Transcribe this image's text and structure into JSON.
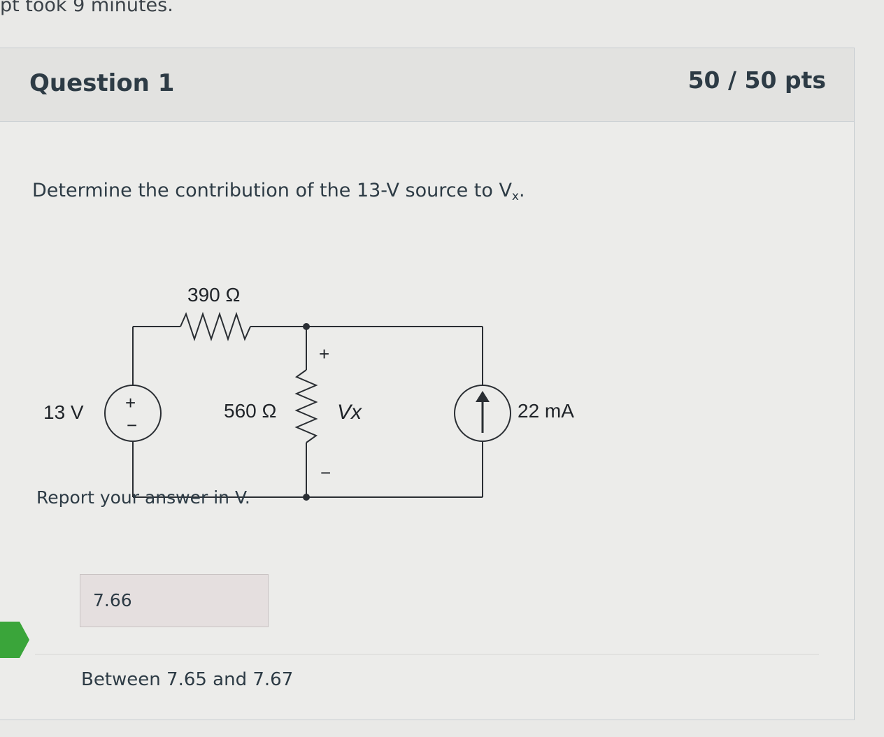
{
  "attempt_note": "pt took 9 minutes.",
  "question": {
    "title": "Question 1",
    "points": "50 / 50 pts",
    "prompt_main": "Determine the contribution of the 13-V source to V",
    "prompt_sub": "x",
    "prompt_end": ".",
    "instruction": "Report your answer in V."
  },
  "circuit": {
    "r1_label": "390 Ω",
    "r2_label": "560 Ω",
    "vsource_label": "13 V",
    "vsource_plus": "+",
    "vsource_minus": "−",
    "isource_label": "22 mA",
    "vx_label": "Vx",
    "vx_plus": "+",
    "vx_minus": "−"
  },
  "answer": {
    "value": "7.66",
    "range_note": "Between 7.65 and 7.67"
  },
  "colors": {
    "correct_marker": "#3aa53a"
  }
}
